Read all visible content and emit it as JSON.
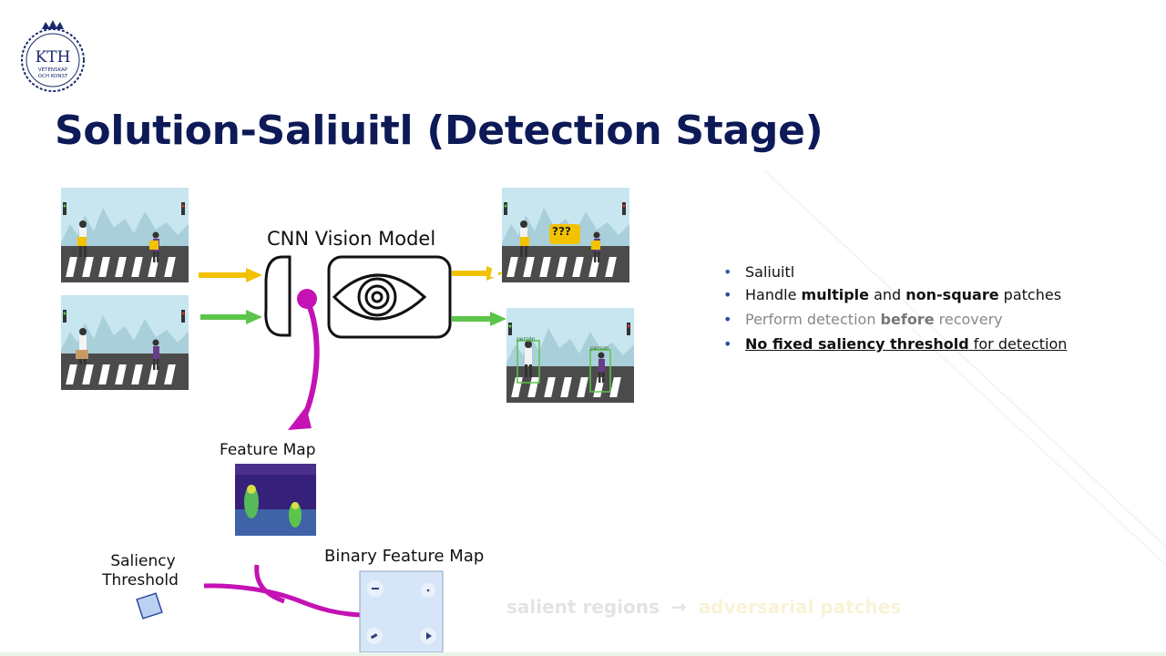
{
  "slide": {
    "title": "Solution-Saliuitl (Detection Stage)",
    "logo": {
      "text": "KTH",
      "subtext_line1": "VETENSKAP",
      "subtext_line2": "OCH KONST"
    }
  },
  "diagram": {
    "cnn_label": "CNN Vision Model",
    "feature_map_label": "Feature Map",
    "binary_feature_map_label": "Binary Feature Map",
    "saliency_threshold_line1": "Saliency",
    "saliency_threshold_line2": "Threshold",
    "question_badge": "???",
    "detection_label": "person",
    "overlay_text_a": "salient regions",
    "overlay_arrow": "→",
    "overlay_text_b": "adversarial patches"
  },
  "bullets": {
    "top": "Saliuitl",
    "items": [
      {
        "pre": "Handle ",
        "b1": "multiple",
        "mid": " and ",
        "b2": "non-square",
        "post": " patches"
      },
      {
        "pre": "Perform detection ",
        "b1": "before",
        "post": " recovery"
      },
      {
        "b1": "No fixed saliency threshold",
        "post": " for detection"
      }
    ]
  },
  "colors": {
    "title": "#0d1a57",
    "arrow_yellow": "#f2c200",
    "arrow_green": "#5cc44a",
    "arrow_magenta": "#c412b4",
    "sky": "#bfe4ee",
    "bullet_marker": "#2b4aa0"
  }
}
